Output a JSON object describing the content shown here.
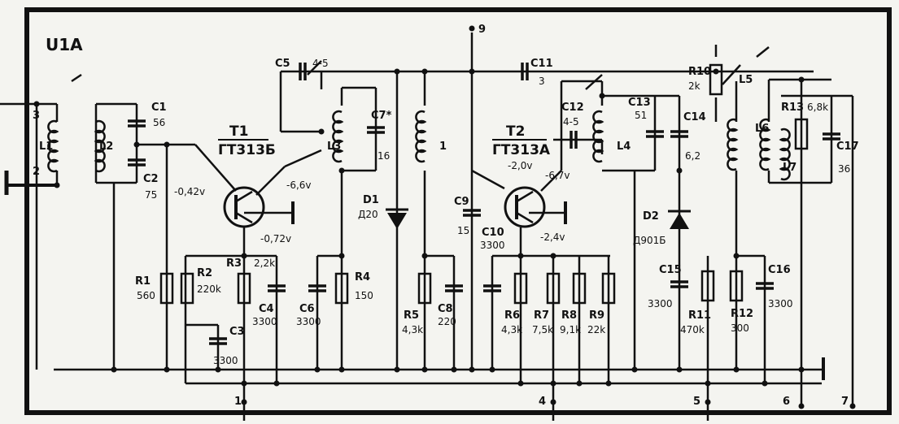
{
  "title": "U1A",
  "pins": {
    "p1": "1",
    "p2": "2",
    "p3": "3",
    "p4": "4",
    "p5": "5",
    "p6": "6",
    "p7": "7",
    "p9": "9"
  },
  "transistors": {
    "t1": {
      "ref": "T1",
      "type": "ГТ313Б",
      "vb": "-0,42v",
      "vc": "-6,6v",
      "ve": "-0,72v"
    },
    "t2": {
      "ref": "T2",
      "type": "ГТ313А",
      "vb": "-2,0v",
      "vc": "-6,7v",
      "ve": "-2,4v"
    }
  },
  "diodes": {
    "d1": {
      "ref": "D1",
      "type": "Д20"
    },
    "d2": {
      "ref": "D2",
      "type": "Д901Б"
    }
  },
  "inductors": {
    "l1": "L1",
    "l2": "L2",
    "l3": "L3",
    "l4": "L4",
    "l5": "L5",
    "l6": "L6",
    "l7": "L7",
    "l_mid": "1"
  },
  "capacitors": {
    "c1": {
      "ref": "C1",
      "val": "56"
    },
    "c2": {
      "ref": "C2",
      "val": "75"
    },
    "c3": {
      "ref": "C3",
      "val": "3300"
    },
    "c4": {
      "ref": "C4",
      "val": "3300"
    },
    "c5": {
      "ref": "C5",
      "val": "4-5"
    },
    "c6": {
      "ref": "C6",
      "val": "3300"
    },
    "c7": {
      "ref": "C7*",
      "val": "16"
    },
    "c8": {
      "ref": "C8",
      "val": "220"
    },
    "c9": {
      "ref": "C9",
      "val": "15"
    },
    "c10": {
      "ref": "C10",
      "val": "3300"
    },
    "c11": {
      "ref": "C11",
      "val": "3"
    },
    "c12": {
      "ref": "C12",
      "val": "4-5"
    },
    "c13": {
      "ref": "C13",
      "val": "51"
    },
    "c14": {
      "ref": "C14",
      "val": "6,2"
    },
    "c15": {
      "ref": "C15",
      "val": "3300"
    },
    "c16": {
      "ref": "C16",
      "val": "3300"
    },
    "c17": {
      "ref": "C17",
      "val": "36"
    }
  },
  "resistors": {
    "r1": {
      "ref": "R1",
      "val": "560"
    },
    "r2": {
      "ref": "R2",
      "val": "220k"
    },
    "r3": {
      "ref": "R3",
      "val": "2,2k"
    },
    "r4": {
      "ref": "R4",
      "val": "150"
    },
    "r5": {
      "ref": "R5",
      "val": "4,3k"
    },
    "r6": {
      "ref": "R6",
      "val": "4,3k"
    },
    "r7": {
      "ref": "R7",
      "val": "7,5k"
    },
    "r8": {
      "ref": "R8",
      "val": "9,1k"
    },
    "r9": {
      "ref": "R9",
      "val": "22k"
    },
    "r10": {
      "ref": "R10",
      "val": "2k"
    },
    "r11": {
      "ref": "R11",
      "val": "470k"
    },
    "r12": {
      "ref": "R12",
      "val": "300"
    },
    "r13": {
      "ref": "R13",
      "val": "6,8k"
    }
  }
}
